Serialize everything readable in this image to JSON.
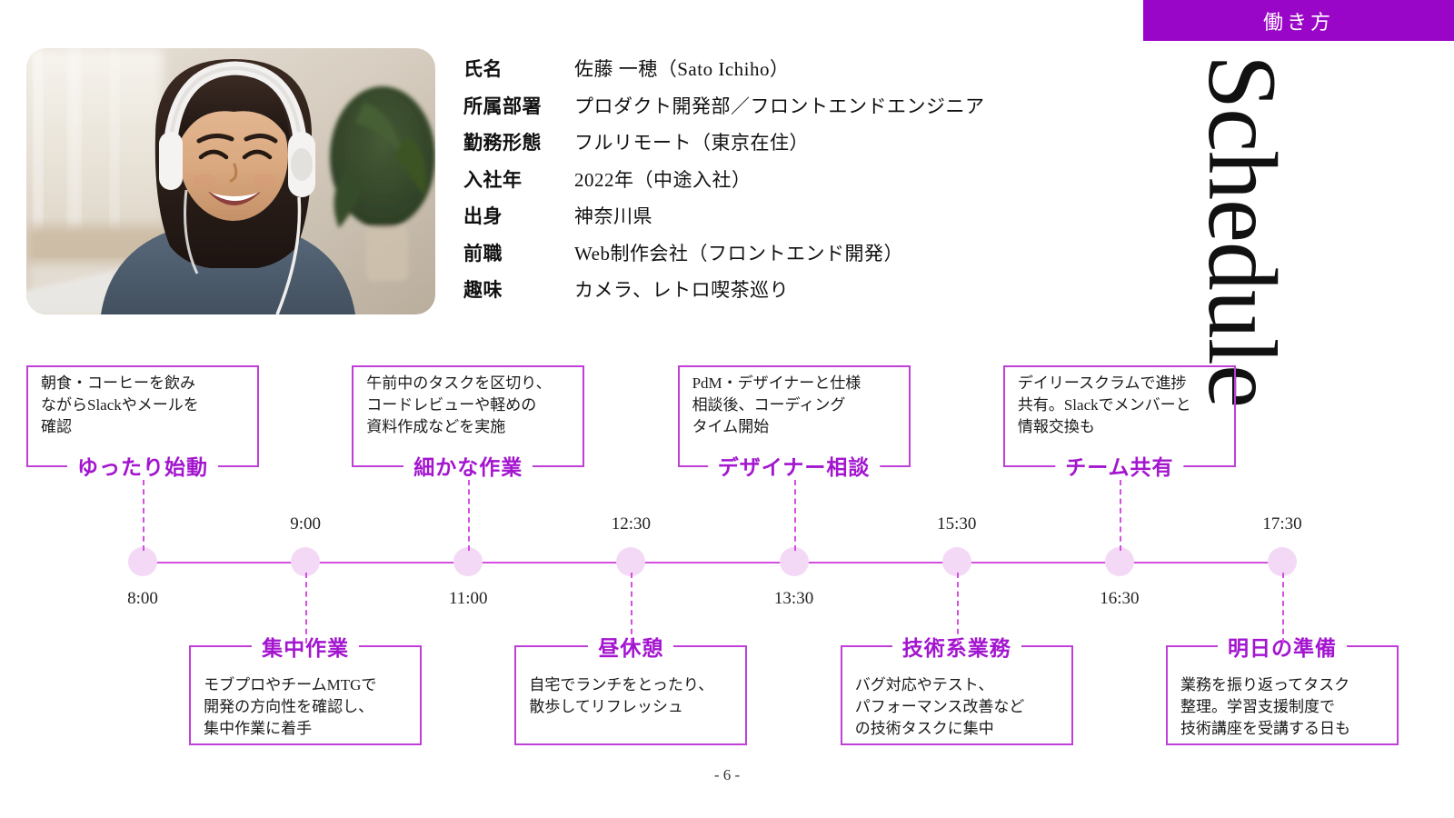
{
  "badge": {
    "label": "働き方"
  },
  "side_title": {
    "text": "Schedule"
  },
  "photo": {
    "alt": "ヘッドホンを着けて微笑む女性のリモートワーク写真",
    "icon": "portrait-photo"
  },
  "profile": {
    "rows": [
      {
        "label": "氏名",
        "value": "佐藤 一穂（Sato Ichiho）"
      },
      {
        "label": "所属部署",
        "value": "プロダクト開発部／フロントエンドエンジニア"
      },
      {
        "label": "勤務形態",
        "value": "フルリモート（東京在住）"
      },
      {
        "label": "入社年",
        "value": "2022年（中途入社）"
      },
      {
        "label": "出身",
        "value": "神奈川県"
      },
      {
        "label": "前職",
        "value": "Web制作会社（フロントエンド開発）"
      },
      {
        "label": "趣味",
        "value": "カメラ、レトロ喫茶巡り"
      }
    ]
  },
  "timeline": {
    "times": [
      "8:00",
      "9:00",
      "11:00",
      "12:30",
      "13:30",
      "15:30",
      "16:30",
      "17:30"
    ],
    "events_top": [
      {
        "title": "ゆったり始動",
        "text": "朝食・コーヒーを飲み\nながらSlackやメールを\n確認"
      },
      {
        "title": "細かな作業",
        "text": "午前中のタスクを区切り、\nコードレビューや軽めの\n資料作成などを実施"
      },
      {
        "title": "デザイナー相談",
        "text": "PdM・デザイナーと仕様\n相談後、コーディング\nタイム開始"
      },
      {
        "title": "チーム共有",
        "text": "デイリースクラムで進捗\n共有。Slackでメンバーと\n情報交換も"
      }
    ],
    "events_bottom": [
      {
        "title": "集中作業",
        "text": "モブプロやチームMTGで\n開発の方向性を確認し、\n集中作業に着手"
      },
      {
        "title": "昼休憩",
        "text": "自宅でランチをとったり、\n散歩してリフレッシュ"
      },
      {
        "title": "技術系業務",
        "text": "バグ対応やテスト、\nパフォーマンス改善など\nの技術タスクに集中"
      },
      {
        "title": "明日の準備",
        "text": "業務を振り返ってタスク\n整理。学習支援制度で\n技術講座を受講する日も"
      }
    ]
  },
  "footer": {
    "page": "- 6 -"
  },
  "colors": {
    "badge_purple": "#9a06c8",
    "accent_magenta": "#c03fd8",
    "line_magenta": "#d44fe0",
    "dot_pink": "#f3d9f5",
    "title_purple": "#a315cf"
  }
}
